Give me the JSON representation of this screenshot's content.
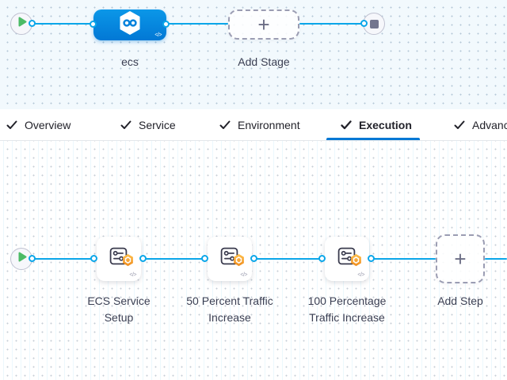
{
  "icons": {
    "check": "✓",
    "plus": "+",
    "code_toggle": "</>"
  },
  "stage_panel": {
    "stage": {
      "name": "ecs"
    },
    "add_stage": {
      "label": "Add Stage"
    }
  },
  "tab_bar": {
    "tabs": [
      {
        "label": "Overview",
        "checked": true,
        "active": false
      },
      {
        "label": "Service",
        "checked": true,
        "active": false
      },
      {
        "label": "Environment",
        "checked": true,
        "active": false
      },
      {
        "label": "Execution",
        "checked": true,
        "active": true
      },
      {
        "label": "Advanced",
        "checked": true,
        "active": false
      }
    ]
  },
  "execution_panel": {
    "steps": [
      {
        "label": "ECS Service Setup"
      },
      {
        "label": "50 Percent Traffic Increase"
      },
      {
        "label": "100 Percentage Traffic Increase"
      }
    ],
    "add_step": {
      "label": "Add Step"
    }
  },
  "colors": {
    "accent_blue": "#0278D5",
    "connector_blue": "#0BA6E9",
    "play_green": "#4CBB66",
    "stop_gray": "#73768E",
    "badge_orange": "#F5A623"
  }
}
